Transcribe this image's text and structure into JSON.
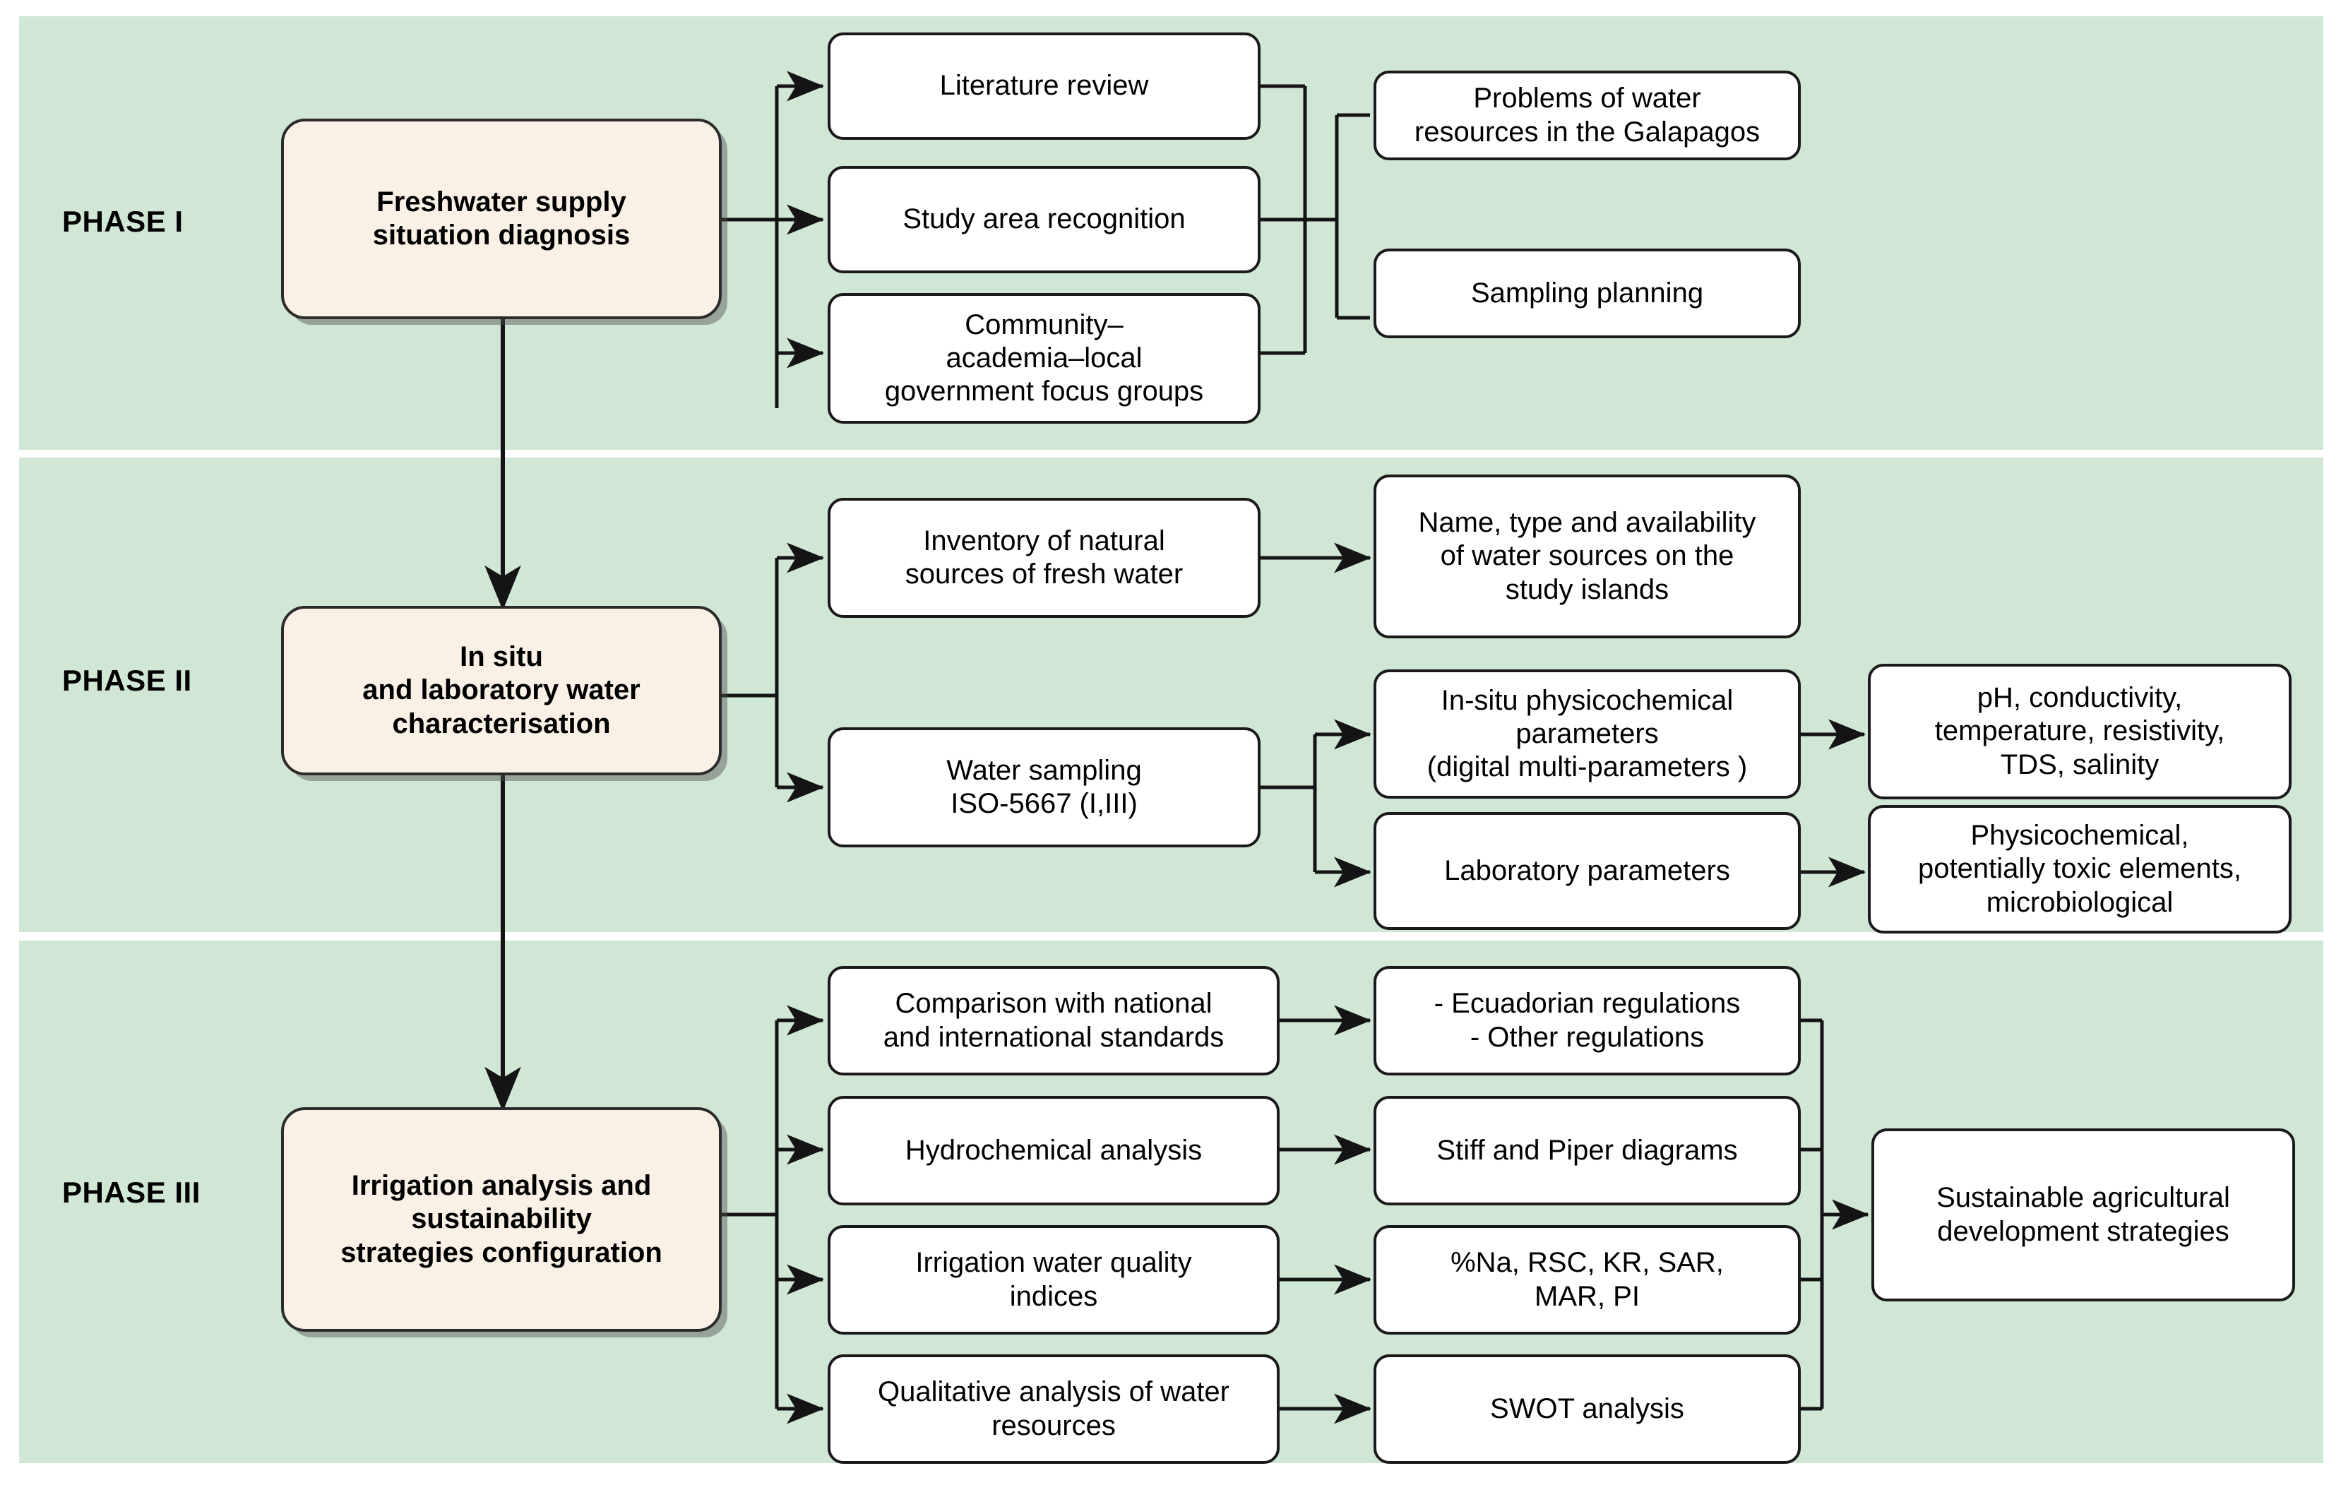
{
  "figure": {
    "type": "flowchart",
    "band_color": "#d1e7d5",
    "primary_node_color": "#faf1e6",
    "node_color": "#ffffff",
    "line_color": "#141414"
  },
  "phases": [
    {
      "label": "PHASE I",
      "primary": "Freshwater supply\nsituation diagnosis",
      "col2": [
        "Literature review",
        "Study area recognition",
        "Community–\nacademia–local\ngovernment focus groups"
      ],
      "col3": [
        "Problems of water\nresources in the Galapagos",
        "Sampling planning"
      ]
    },
    {
      "label": "PHASE II",
      "primary": "In situ\nand laboratory water\ncharacterisation",
      "col2": [
        "Inventory of natural\nsources of fresh water",
        "Water sampling\nISO-5667 (I,III)"
      ],
      "col3": [
        "Name, type and availability\nof water sources on the\nstudy islands",
        "In-situ physicochemical\nparameters\n(digital multi-parameters )",
        "Laboratory parameters"
      ],
      "col4": [
        "pH, conductivity,\ntemperature, resistivity,\nTDS, salinity",
        "Physicochemical,\npotentially toxic elements,\nmicrobiological"
      ]
    },
    {
      "label": "PHASE III",
      "primary": "Irrigation analysis and\nsustainability\nstrategies configuration",
      "col2": [
        "Comparison with national\nand international standards",
        "Hydrochemical analysis",
        "Irrigation water quality\nindices",
        "Qualitative analysis of water\nresources"
      ],
      "col3": [
        "- Ecuadorian regulations\n- Other regulations",
        "Stiff and Piper diagrams",
        "%Na, RSC, KR, SAR,\nMAR, PI",
        "SWOT analysis"
      ],
      "col4": [
        "Sustainable agricultural\ndevelopment strategies"
      ]
    }
  ]
}
